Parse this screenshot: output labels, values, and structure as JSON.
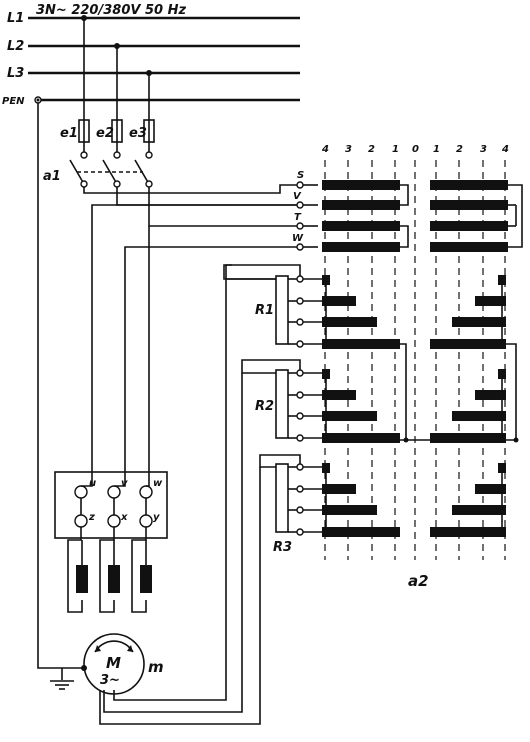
{
  "supply": {
    "spec": "3N~ 220/380V  50 Hz",
    "lines": [
      "L1",
      "L2",
      "L3",
      "PEN"
    ]
  },
  "fuses": [
    "e1",
    "e2",
    "e3"
  ],
  "switch_label": "a1",
  "stator_terminals": [
    "S",
    "V",
    "T",
    "W"
  ],
  "resistor_labels": [
    "R1",
    "R2",
    "R3"
  ],
  "motor": {
    "symbol": "M",
    "phases": "3~",
    "label": "m",
    "terminals_top": [
      "u",
      "v",
      "w"
    ],
    "terminals_bottom": [
      "z",
      "x",
      "y"
    ]
  },
  "controller": {
    "label": "a2",
    "positions": [
      "4",
      "3",
      "2",
      "1",
      "0",
      "1",
      "2",
      "3",
      "4"
    ]
  }
}
